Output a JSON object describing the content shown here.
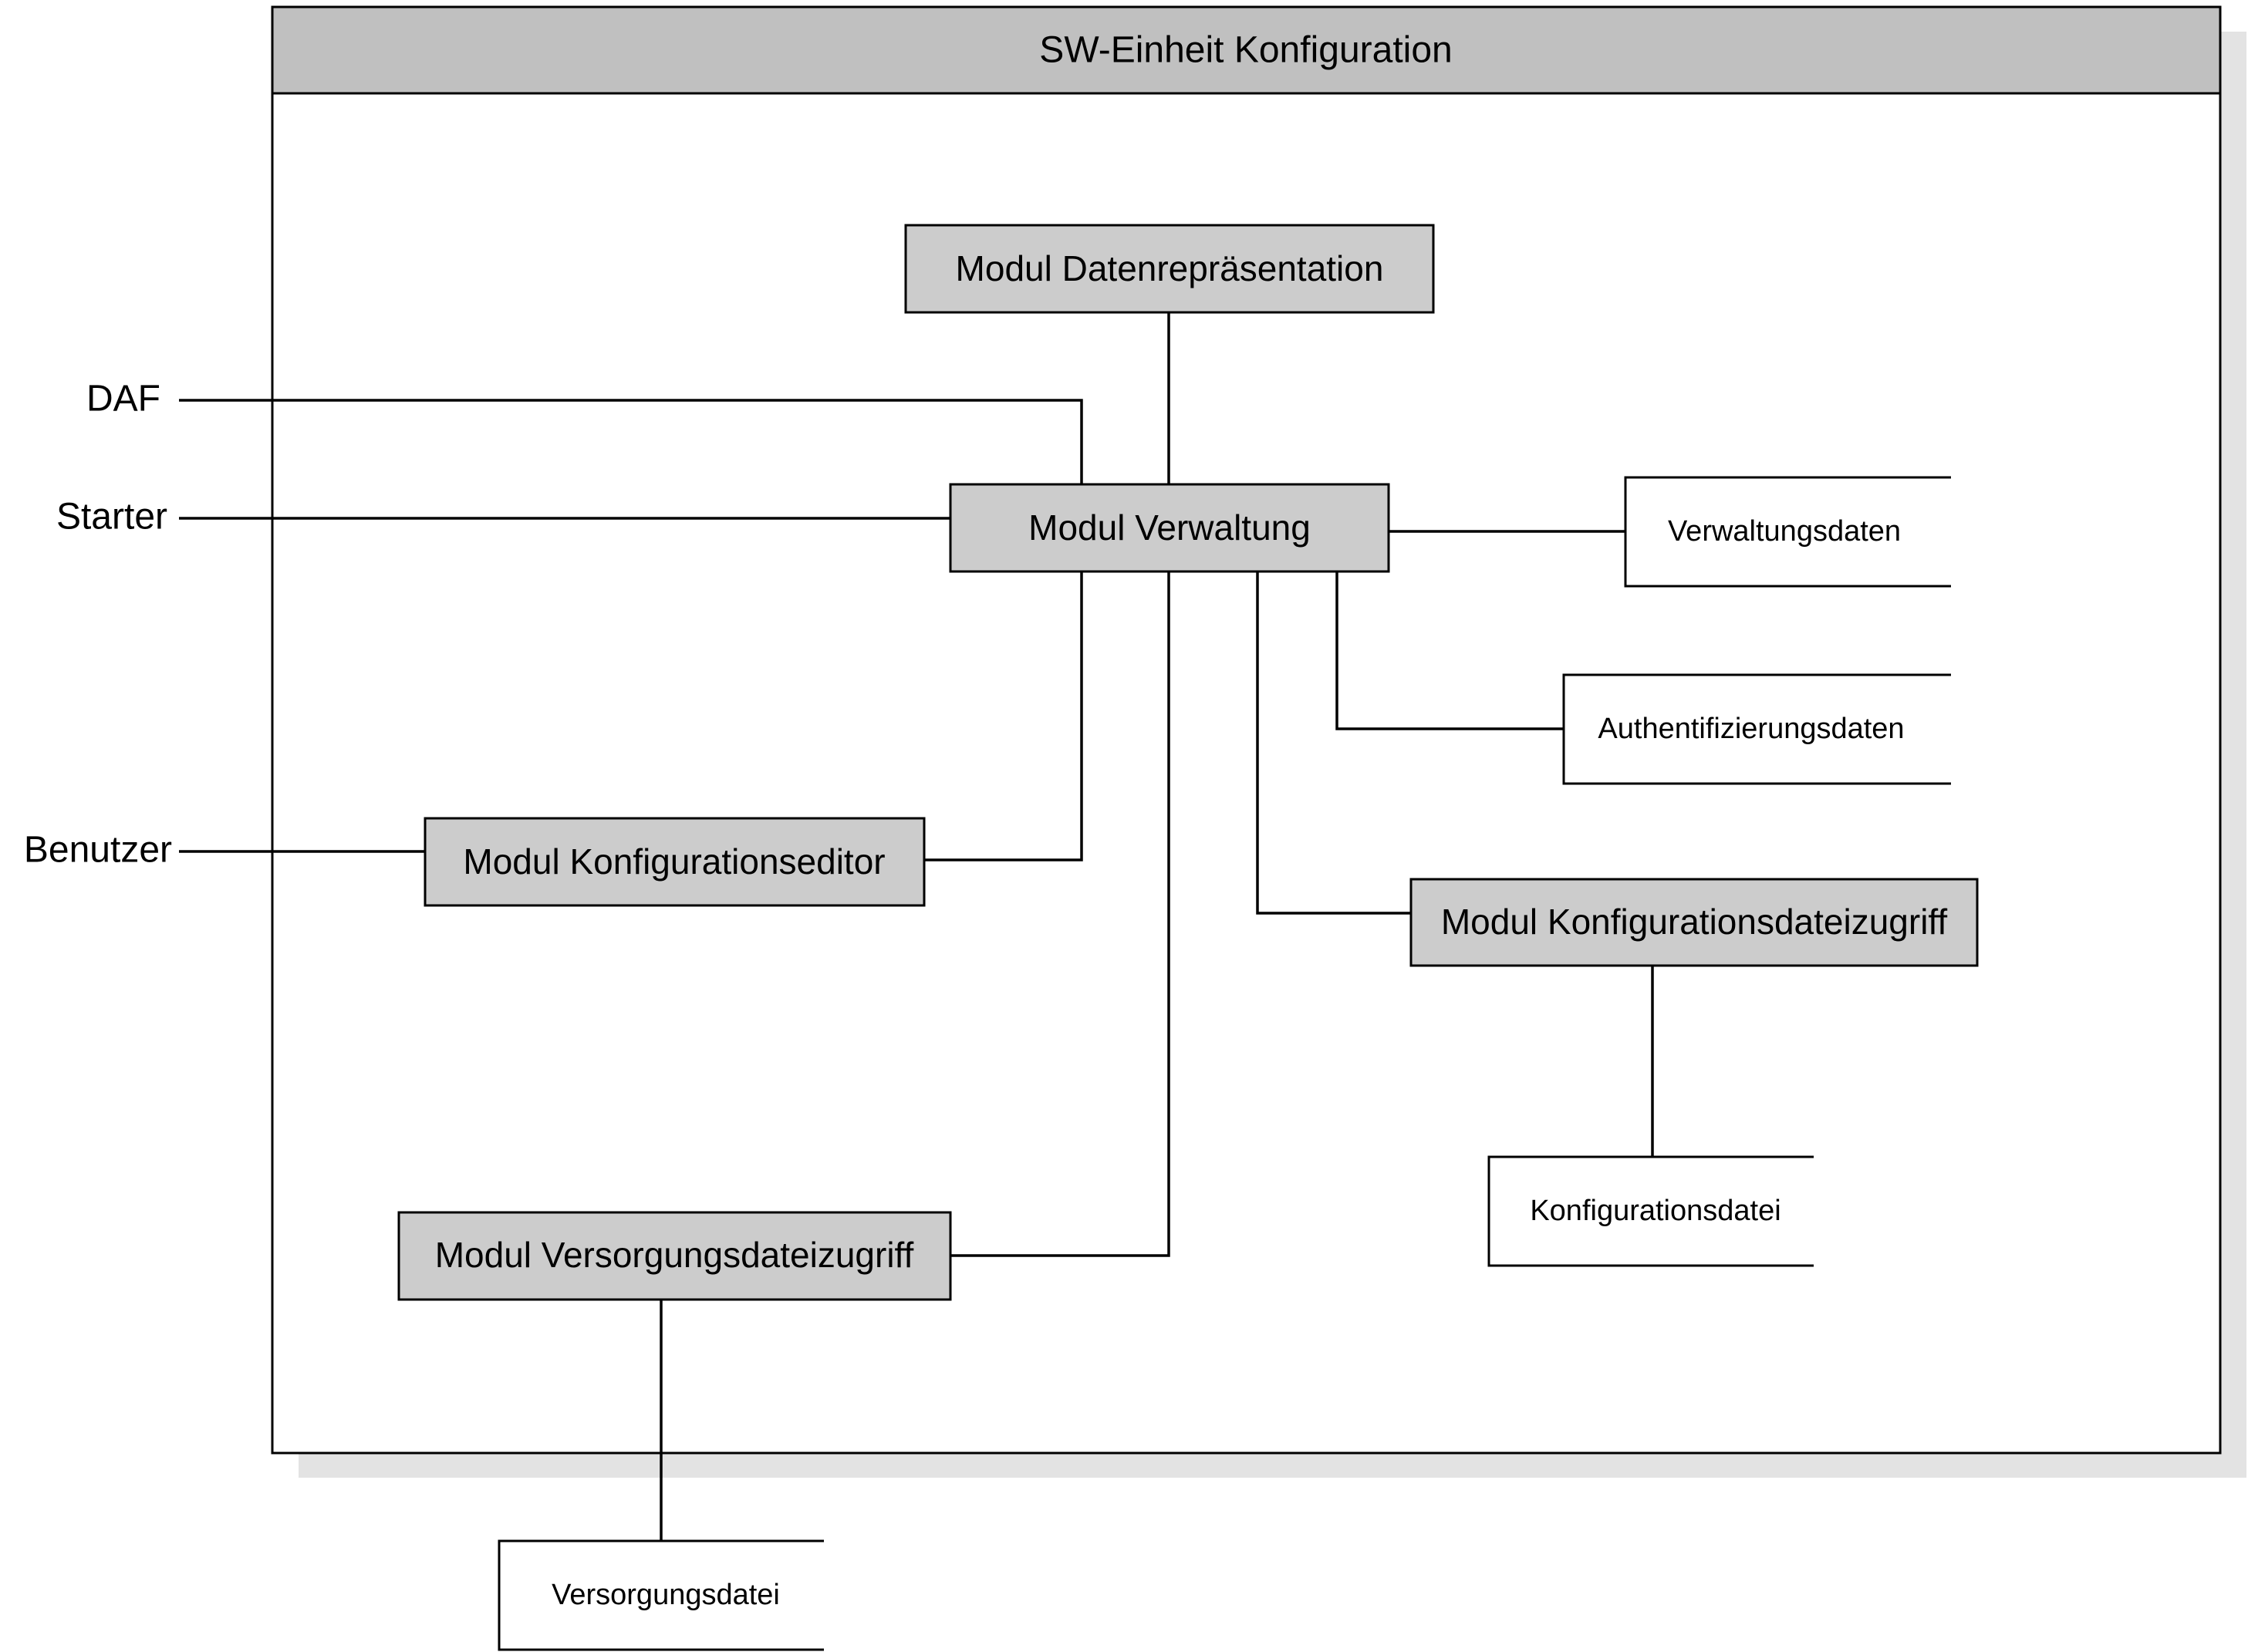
{
  "unit": {
    "title": "SW-Einheit Konfiguration"
  },
  "modules": {
    "datenrepraesentation": "Modul Datenrepräsentation",
    "verwaltung": "Modul Verwaltung",
    "konfigurationseditor": "Modul Konfigurationseditor",
    "konfigurationsdateizugriff": "Modul Konfigurationsdateizugriff",
    "versorgungsdateizugriff": "Modul Versorgungsdateizugriff"
  },
  "data_stores": {
    "verwaltungsdaten": "Verwaltungsdaten",
    "authentifizierungsdaten": "Authentifizierungsdaten",
    "konfigurationsdatei": "Konfigurationsdatei",
    "versorgungsdatei": "Versorgungsdatei"
  },
  "actors": {
    "daf": "DAF",
    "starter": "Starter",
    "benutzer": "Benutzer"
  },
  "colors": {
    "module_fill": "#cccccc",
    "title_bar_fill": "#c0c0c0",
    "shadow": "#e3e3e3",
    "line": "#000000",
    "background": "#ffffff"
  }
}
